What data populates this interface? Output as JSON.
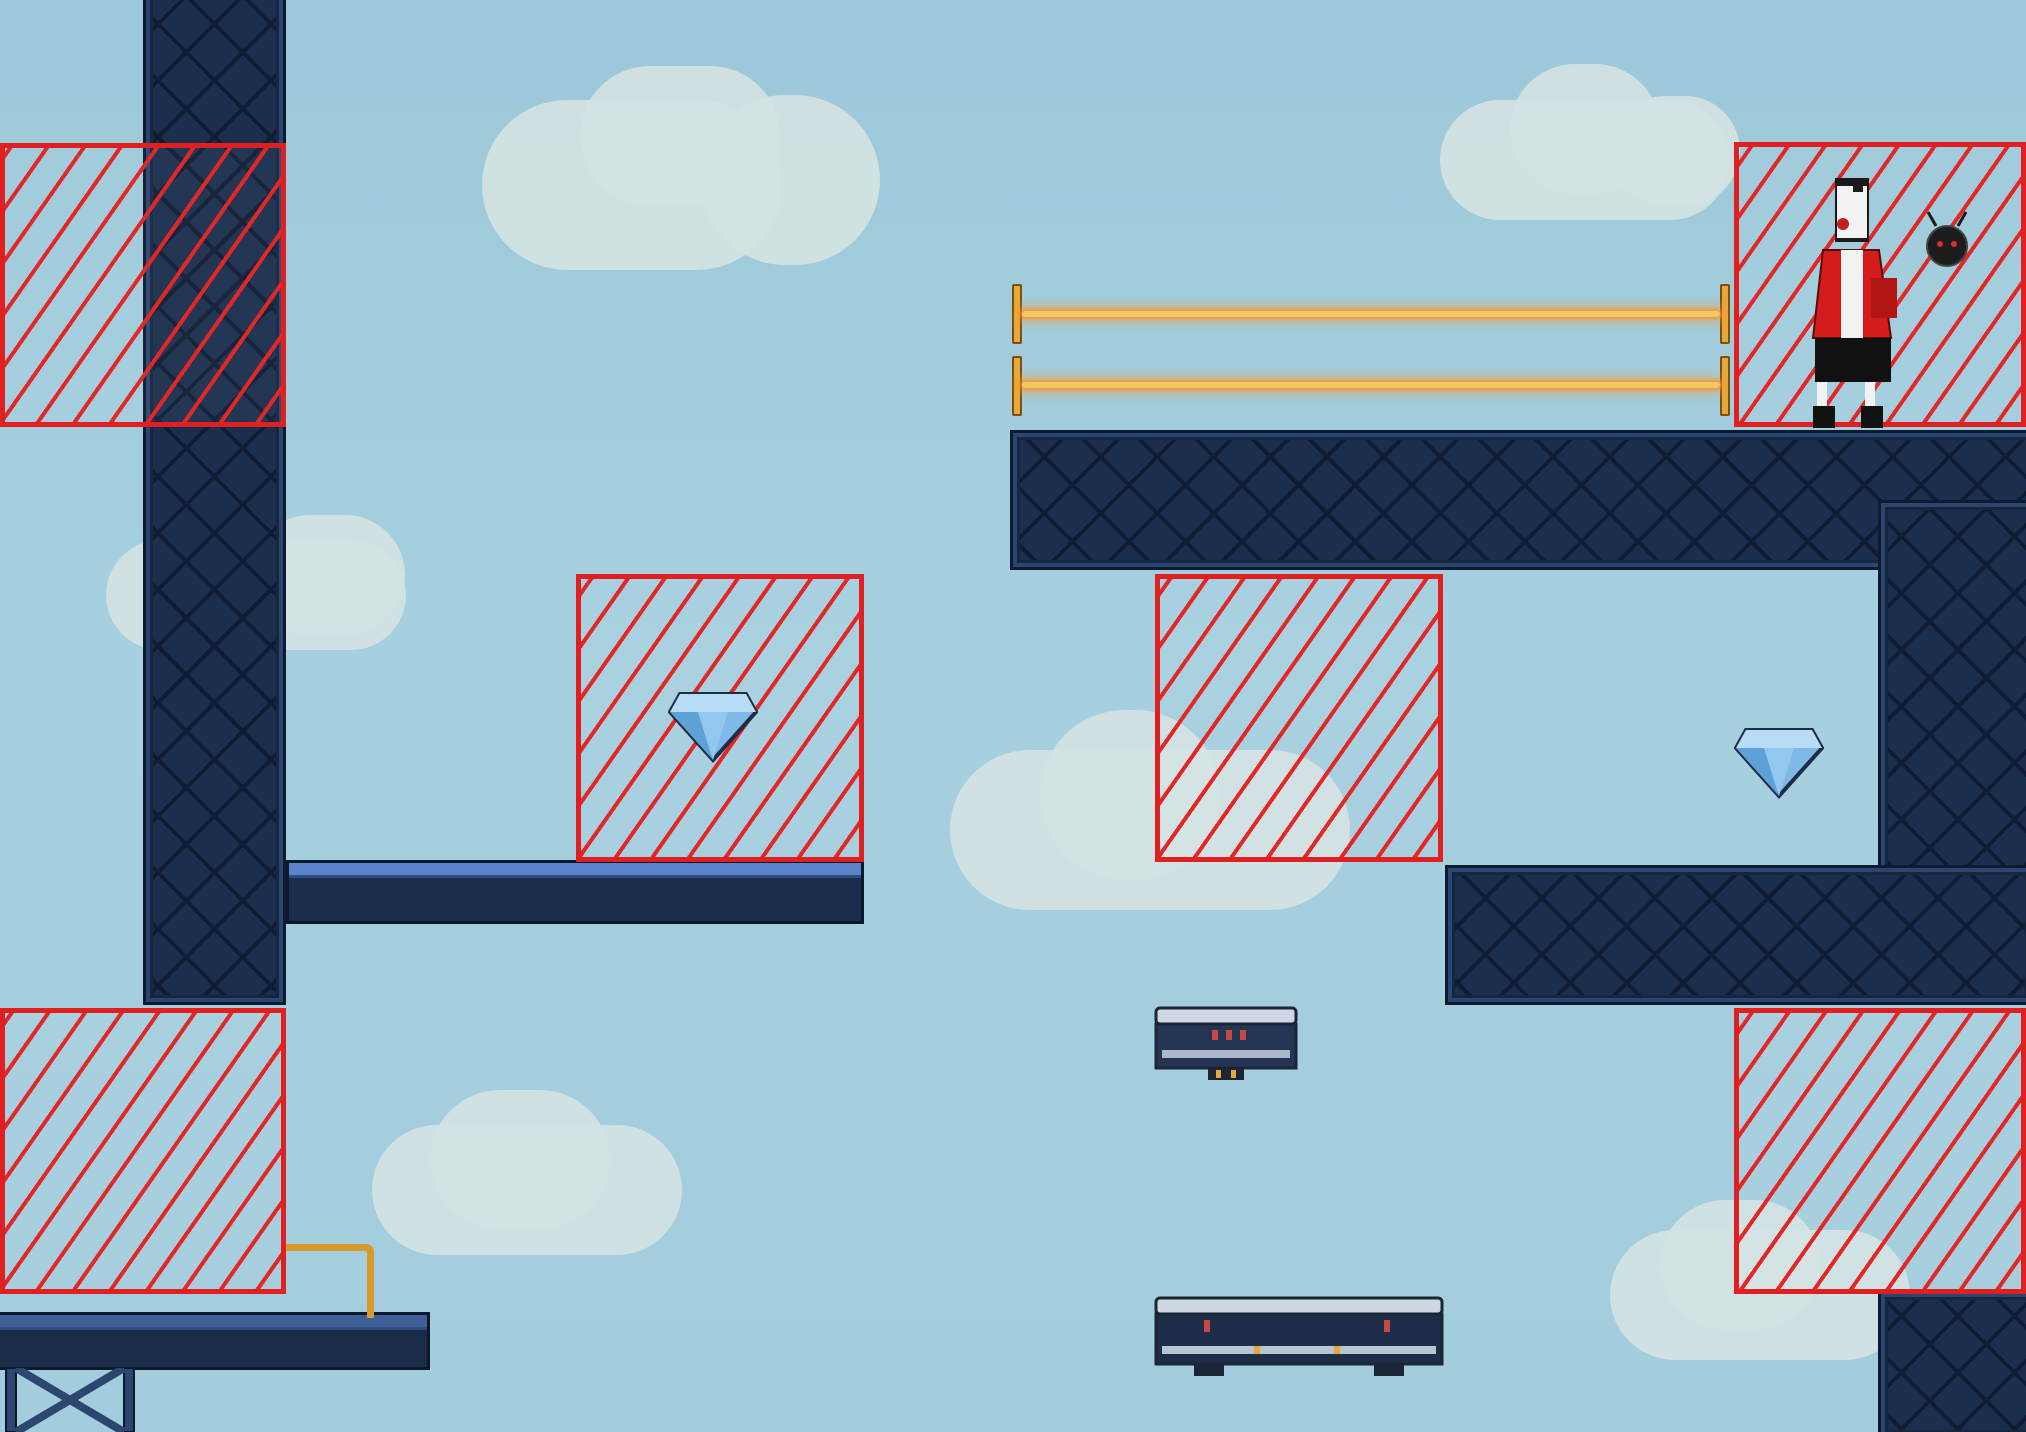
{
  "scene": {
    "sky_color": "#a3cddd",
    "hazard_color": "#e02020",
    "laser_color": "#ff9a2e",
    "girder_color": "#1b2e4d"
  },
  "entities": {
    "player": {
      "icon": "masked-character-red-jacket"
    },
    "companion": {
      "icon": "round-drone-red-eyes"
    },
    "gems": [
      {
        "icon": "blue-diamond-icon"
      },
      {
        "icon": "blue-diamond-icon"
      }
    ],
    "lasers": 2,
    "hazard_blocks": 6
  }
}
